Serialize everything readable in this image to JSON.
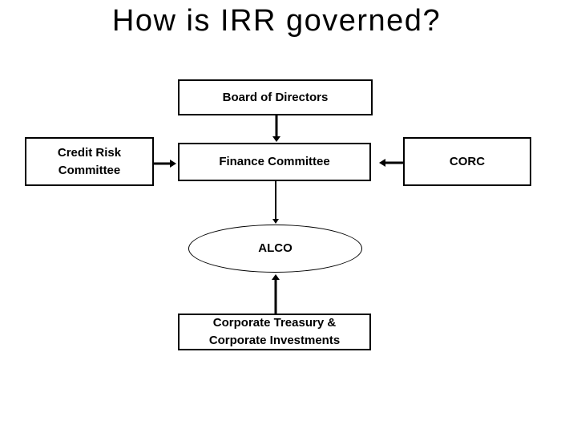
{
  "title": "How is IRR governed?",
  "nodes": {
    "board": {
      "label": "Board of Directors"
    },
    "credit_risk": {
      "lines": [
        "Credit Risk",
        "Committee"
      ]
    },
    "finance": {
      "label": "Finance Committee"
    },
    "corc": {
      "label": "CORC"
    },
    "alco": {
      "label": "ALCO"
    },
    "treasury": {
      "lines": [
        "Corporate Treasury &",
        "Corporate Investments"
      ]
    }
  },
  "connections": [
    {
      "from": "Board of Directors",
      "to": "Finance Committee",
      "direction": "down"
    },
    {
      "from": "Credit Risk Committee",
      "to": "Finance Committee",
      "direction": "right"
    },
    {
      "from": "CORC",
      "to": "Finance Committee",
      "direction": "left"
    },
    {
      "from": "Finance Committee",
      "to": "ALCO",
      "direction": "down"
    },
    {
      "from": "Corporate Treasury & Corporate Investments",
      "to": "ALCO",
      "direction": "up"
    }
  ],
  "colors": {
    "background": "#ffffff",
    "text": "#000000",
    "shape_border": "#000000",
    "arrow": "#000000"
  }
}
